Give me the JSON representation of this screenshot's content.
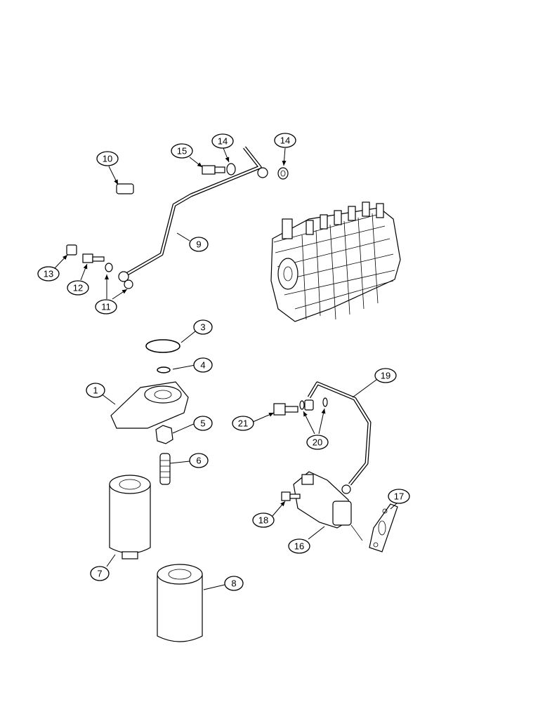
{
  "callouts": {
    "c1": "1",
    "c2": "3",
    "c3": "4",
    "c4": "5",
    "c5": "6",
    "c6": "7",
    "c7": "8",
    "c8": "9",
    "c9": "10",
    "c10": "11",
    "c11": "12",
    "c12": "13",
    "c13": "14",
    "c14": "14",
    "c15": "15",
    "c16": "16",
    "c17": "17",
    "c18": "18",
    "c19": "19",
    "c20": "20",
    "c21": "21"
  }
}
